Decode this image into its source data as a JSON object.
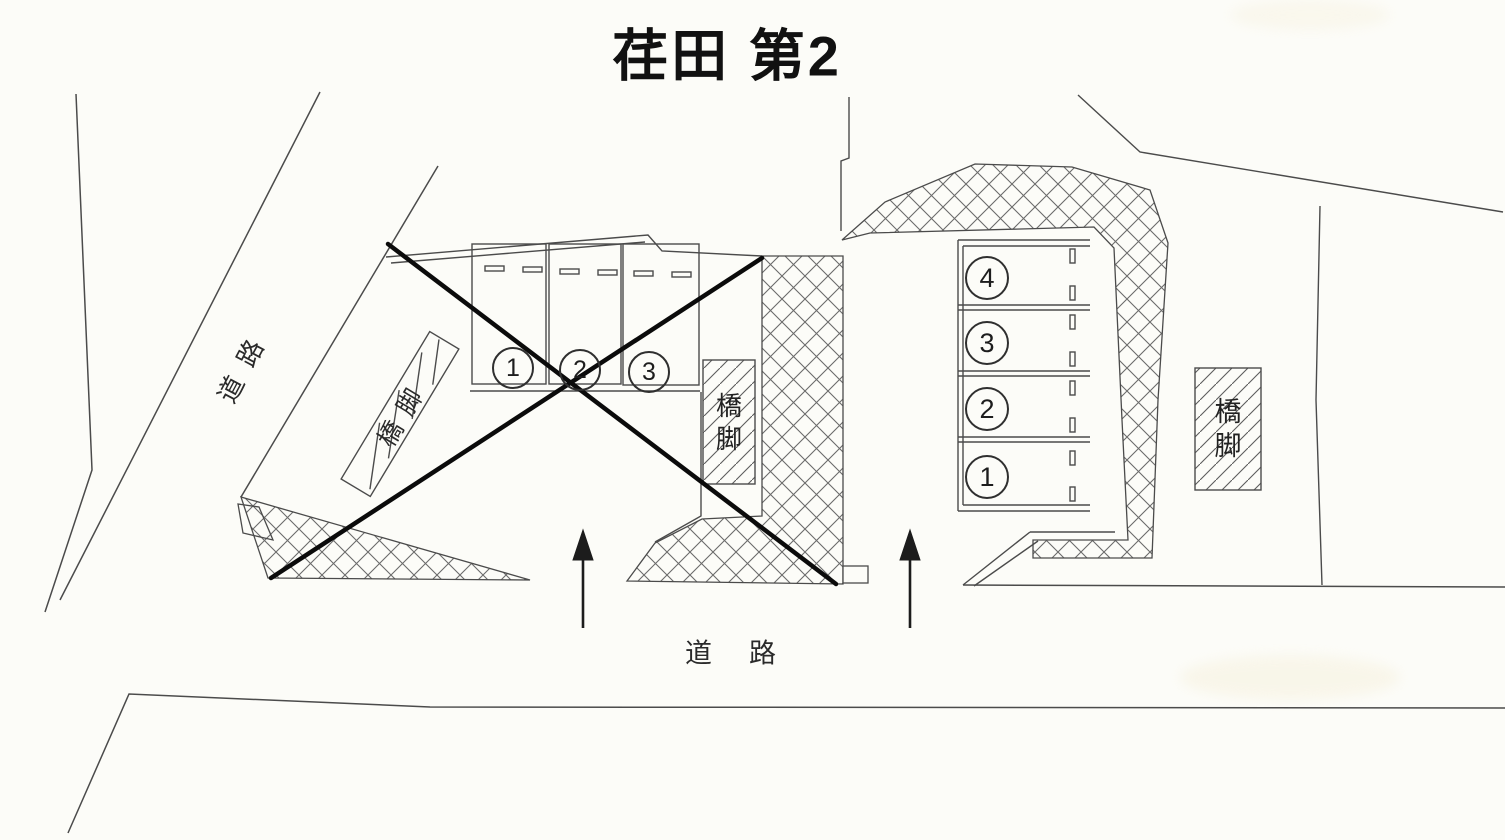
{
  "title": "荏田 第2",
  "roads": {
    "left_label": "道路",
    "bottom_label": "道　路"
  },
  "piers": {
    "left_label": "橋脚",
    "middle_top": "橋",
    "middle_bottom": "脚",
    "right_top": "橋",
    "right_bottom": "脚"
  },
  "left_lot": {
    "crossed_out": true,
    "spot_numbers": [
      "1",
      "2",
      "3"
    ]
  },
  "right_lot": {
    "crossed_out": false,
    "spot_numbers": [
      "4",
      "3",
      "2",
      "1"
    ]
  },
  "arrows": {
    "direction": "up",
    "count": 2
  },
  "colors": {
    "background": "#fcfcf8",
    "line": "#4b4b4b",
    "hatch": "#6b6b6b",
    "cross_mark": "#0b0b0b",
    "text": "#1d1d1d"
  }
}
